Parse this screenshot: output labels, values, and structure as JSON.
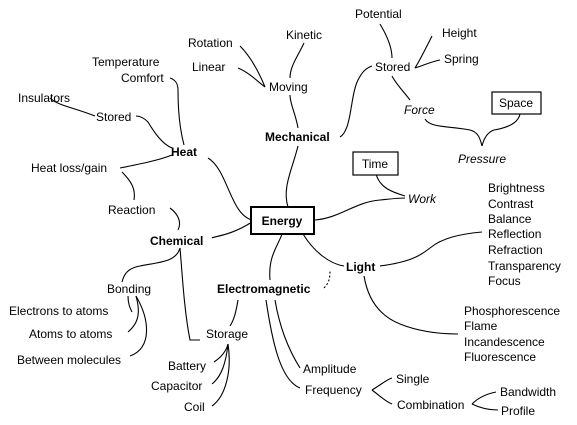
{
  "center": "Energy",
  "mechanical": {
    "label": "Mechanical",
    "moving": "Moving",
    "kinetic": "Kinetic",
    "rotation": "Rotation",
    "linear": "Linear",
    "stored": "Stored",
    "potential": "Potential",
    "height": "Height",
    "spring": "Spring",
    "force": "Force",
    "pressure": "Pressure",
    "space": "Space"
  },
  "heat": {
    "label": "Heat",
    "temperature": "Temperature",
    "comfort": "Comfort",
    "insulators": "Insulators",
    "stored": "Stored",
    "heat_loss_gain": "Heat loss/gain"
  },
  "work": {
    "label": "Work",
    "time": "Time"
  },
  "chemical": {
    "label": "Chemical",
    "reaction": "Reaction",
    "bonding": "Bonding",
    "electrons_to_atoms": "Electrons to atoms",
    "atoms_to_atoms": "Atoms to atoms",
    "between_molecules": "Between molecules"
  },
  "light": {
    "label": "Light",
    "properties": [
      "Brightness",
      "Contrast",
      "Balance",
      "Reflection",
      "Refraction",
      "Transparency",
      "Focus"
    ],
    "sources": [
      "Phosphorescence",
      "Flame",
      "Incandescence",
      "Fluorescence"
    ]
  },
  "electromagnetic": {
    "label": "Electromagnetic",
    "storage": "Storage",
    "battery": "Battery",
    "capacitor": "Capacitor",
    "coil": "Coil",
    "amplitude": "Amplitude",
    "frequency": "Frequency",
    "single": "Single",
    "combination": "Combination",
    "bandwidth": "Bandwidth",
    "profile": "Profile"
  }
}
